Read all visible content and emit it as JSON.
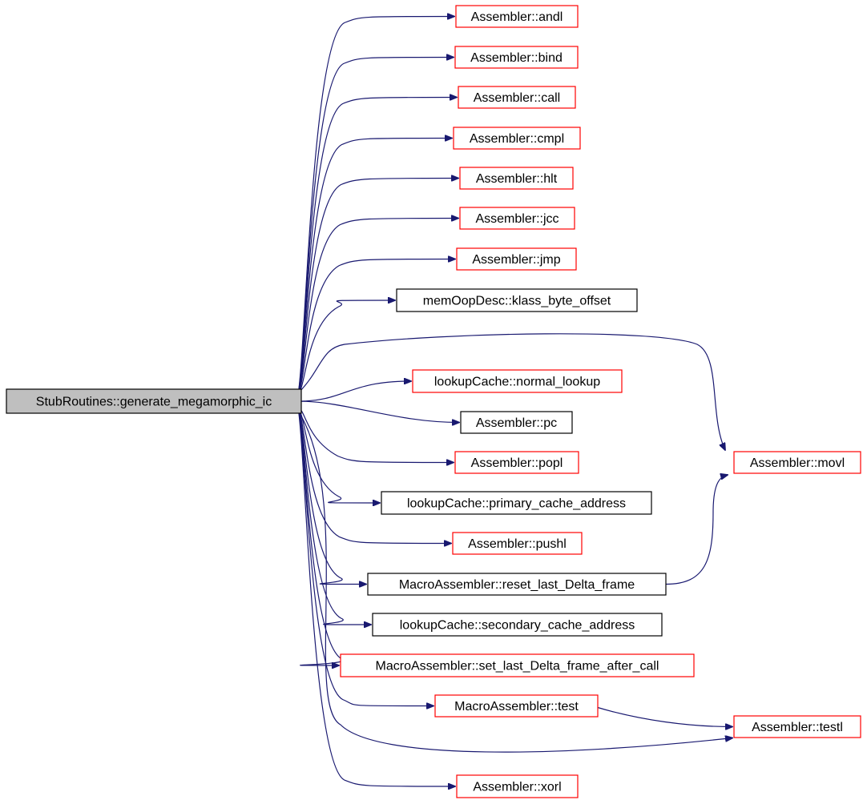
{
  "diagram": {
    "colors": {
      "edge": "#191970",
      "root_fill": "#bfbfbf",
      "root_border": "#000000",
      "linked_border": "#ff0000",
      "plain_border": "#000000",
      "node_fill": "#ffffff"
    },
    "root": {
      "id": "root",
      "label": "StubRoutines::generate_megamorphic_ic",
      "style": "root"
    },
    "nodes": [
      {
        "id": "andl",
        "label": "Assembler::andl",
        "style": "linked"
      },
      {
        "id": "bind",
        "label": "Assembler::bind",
        "style": "linked"
      },
      {
        "id": "call",
        "label": "Assembler::call",
        "style": "linked"
      },
      {
        "id": "cmpl",
        "label": "Assembler::cmpl",
        "style": "linked"
      },
      {
        "id": "hlt",
        "label": "Assembler::hlt",
        "style": "linked"
      },
      {
        "id": "jcc",
        "label": "Assembler::jcc",
        "style": "linked"
      },
      {
        "id": "jmp",
        "label": "Assembler::jmp",
        "style": "linked"
      },
      {
        "id": "klass_byte_offset",
        "label": "memOopDesc::klass_byte_offset",
        "style": "plain"
      },
      {
        "id": "normal_lookup",
        "label": "lookupCache::normal_lookup",
        "style": "linked"
      },
      {
        "id": "pc",
        "label": "Assembler::pc",
        "style": "plain"
      },
      {
        "id": "popl",
        "label": "Assembler::popl",
        "style": "linked"
      },
      {
        "id": "primary_cache_address",
        "label": "lookupCache::primary_cache_address",
        "style": "plain"
      },
      {
        "id": "pushl",
        "label": "Assembler::pushl",
        "style": "linked"
      },
      {
        "id": "reset_last_Delta_frame",
        "label": "MacroAssembler::reset_last_Delta_frame",
        "style": "plain"
      },
      {
        "id": "secondary_cache_address",
        "label": "lookupCache::secondary_cache_address",
        "style": "plain"
      },
      {
        "id": "set_last_Delta_frame_after_call",
        "label": "MacroAssembler::set_last_Delta_frame_after_call",
        "style": "linked"
      },
      {
        "id": "test",
        "label": "MacroAssembler::test",
        "style": "linked"
      },
      {
        "id": "xorl",
        "label": "Assembler::xorl",
        "style": "linked"
      },
      {
        "id": "movl",
        "label": "Assembler::movl",
        "style": "linked"
      },
      {
        "id": "testl",
        "label": "Assembler::testl",
        "style": "linked"
      }
    ],
    "edges": [
      {
        "from": "root",
        "to": "andl"
      },
      {
        "from": "root",
        "to": "bind"
      },
      {
        "from": "root",
        "to": "call"
      },
      {
        "from": "root",
        "to": "cmpl"
      },
      {
        "from": "root",
        "to": "hlt"
      },
      {
        "from": "root",
        "to": "jcc"
      },
      {
        "from": "root",
        "to": "jmp"
      },
      {
        "from": "root",
        "to": "klass_byte_offset"
      },
      {
        "from": "root",
        "to": "movl"
      },
      {
        "from": "root",
        "to": "normal_lookup"
      },
      {
        "from": "root",
        "to": "pc"
      },
      {
        "from": "root",
        "to": "popl"
      },
      {
        "from": "root",
        "to": "primary_cache_address"
      },
      {
        "from": "root",
        "to": "pushl"
      },
      {
        "from": "root",
        "to": "reset_last_Delta_frame"
      },
      {
        "from": "root",
        "to": "secondary_cache_address"
      },
      {
        "from": "root",
        "to": "set_last_Delta_frame_after_call"
      },
      {
        "from": "root",
        "to": "test"
      },
      {
        "from": "root",
        "to": "testl"
      },
      {
        "from": "root",
        "to": "xorl"
      },
      {
        "from": "reset_last_Delta_frame",
        "to": "movl"
      },
      {
        "from": "test",
        "to": "testl"
      }
    ]
  }
}
